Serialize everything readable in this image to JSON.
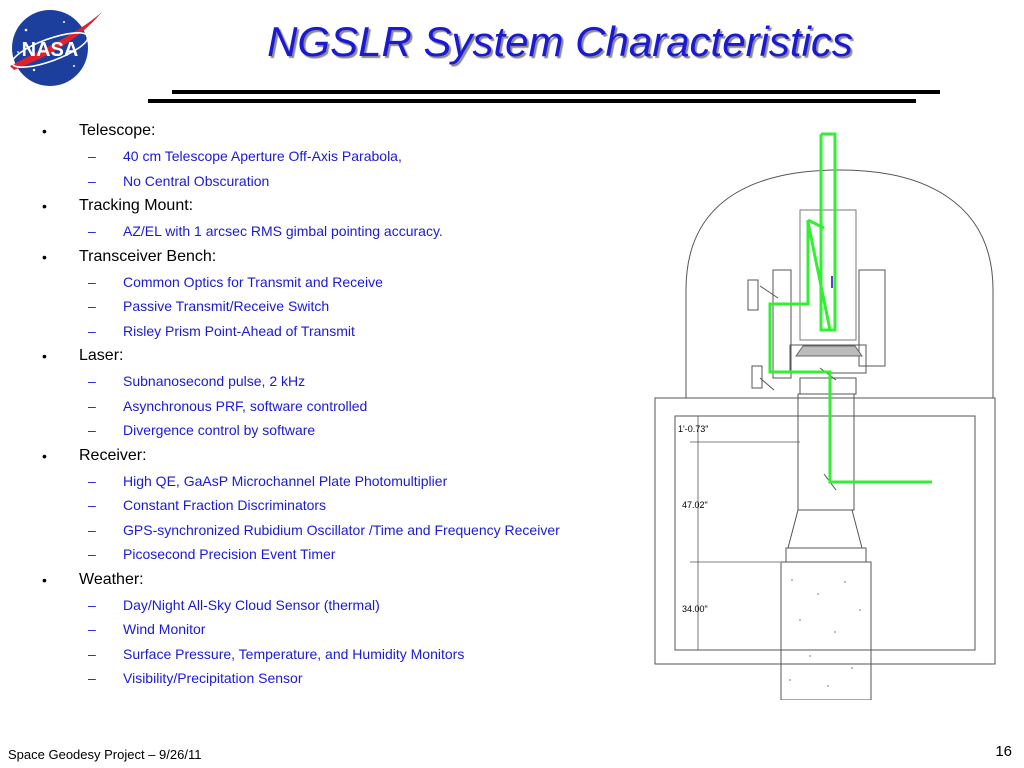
{
  "logo": {
    "text": "NASA"
  },
  "title": "NGSLR System Characteristics",
  "sections": [
    {
      "label": "Telescope:",
      "items": [
        "40 cm Telescope Aperture Off-Axis Parabola,",
        "No Central Obscuration"
      ]
    },
    {
      "label": "Tracking Mount:",
      "items": [
        "AZ/EL with 1 arcsec RMS gimbal pointing accuracy."
      ]
    },
    {
      "label": "Transceiver Bench:",
      "items": [
        "Common Optics for Transmit and Receive",
        "Passive Transmit/Receive Switch",
        "Risley Prism Point-Ahead  of Transmit"
      ]
    },
    {
      "label": "Laser:",
      "items": [
        "Subnanosecond pulse, 2 kHz",
        "Asynchronous PRF, software controlled",
        "Divergence control by software"
      ]
    },
    {
      "label": "Receiver:",
      "items": [
        "High QE, GaAsP Microchannel Plate Photomultiplier",
        "Constant Fraction Discriminators",
        "GPS-synchronized Rubidium Oscillator /Time and Frequency Receiver",
        "Picosecond Precision Event Timer"
      ]
    },
    {
      "label": "Weather:",
      "items": [
        "Day/Night All-Sky Cloud Sensor (thermal)",
        "Wind Monitor",
        "Surface Pressure, Temperature, and Humidity Monitors",
        "Visibility/Precipitation Sensor"
      ]
    }
  ],
  "diagram": {
    "dimensions": [
      "1'-0.73\"",
      "47.02\"",
      "34.00\""
    ],
    "beam_color": "#33ee33",
    "accent_color": "#1a1ad6"
  },
  "footer": {
    "left": "Space Geodesy Project – 9/26/11",
    "page": "16"
  }
}
